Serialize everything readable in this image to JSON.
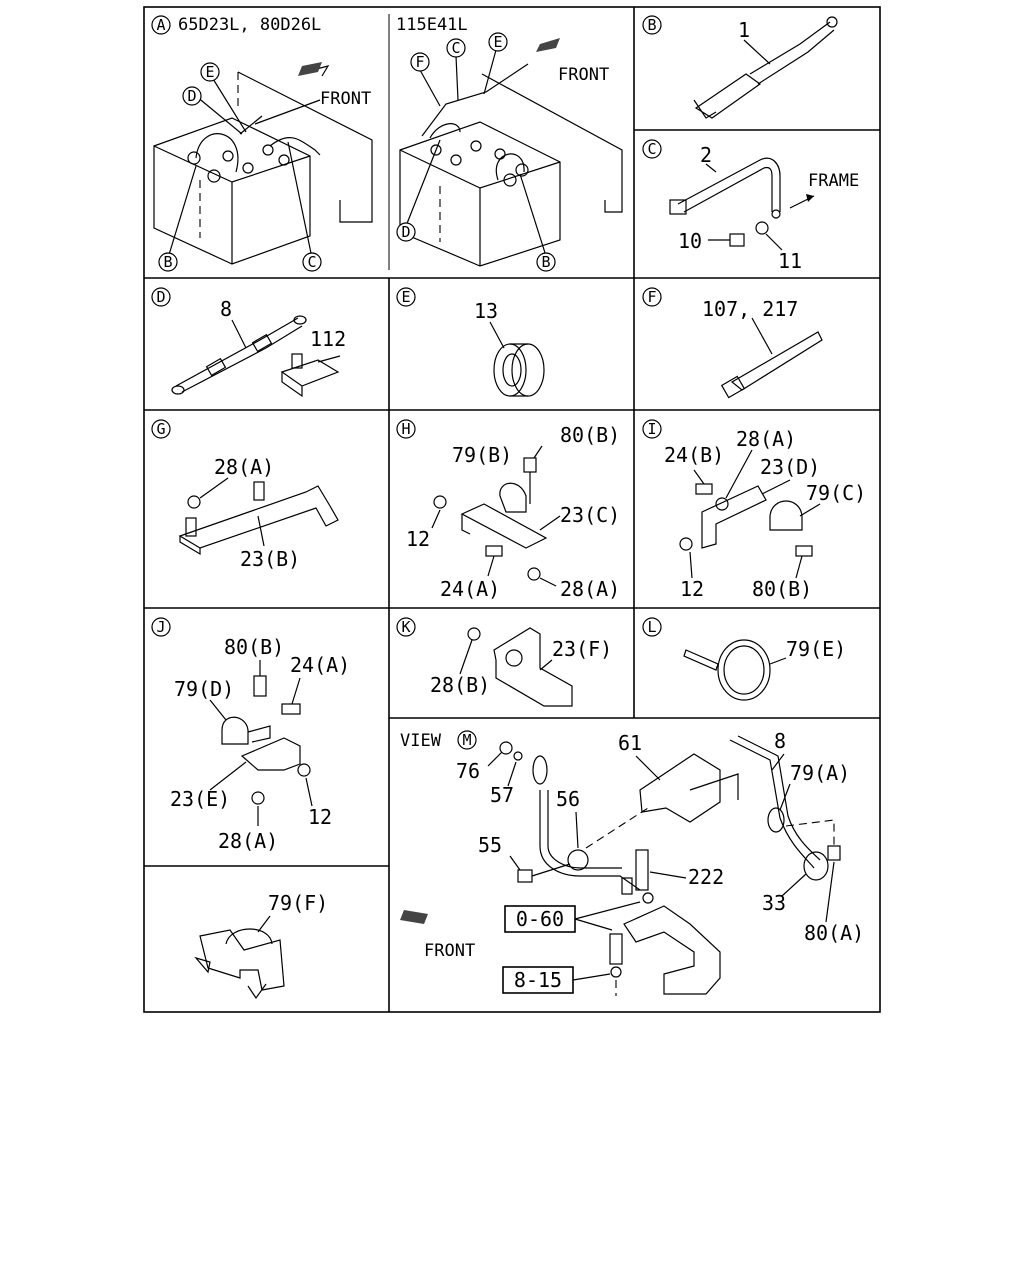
{
  "panels": {
    "A": {
      "code": "A",
      "left_title": "65D23L, 80D26L",
      "right_title": "115E41L",
      "front": "FRONT",
      "callouts_left": [
        "E",
        "D",
        "B",
        "C"
      ],
      "callouts_right": [
        "C",
        "E",
        "F",
        "D",
        "B"
      ]
    },
    "B": {
      "code": "B",
      "part": "1"
    },
    "C": {
      "code": "C",
      "part": "2",
      "frame": "FRAME",
      "bolt": "10",
      "washer": "11"
    },
    "D": {
      "code": "D",
      "cable": "8",
      "terminal": "112"
    },
    "E": {
      "code": "E",
      "grommet": "13"
    },
    "F": {
      "code": "F",
      "tie": "107, 217"
    },
    "G": {
      "code": "G",
      "nut": "28(A)",
      "bracket": "23(B)"
    },
    "H": {
      "code": "H",
      "clip": "79(B)",
      "bolt_top": "80(B)",
      "nut_left": "12",
      "bracket": "23(C)",
      "bolt_bottom": "24(A)",
      "nut_bottom": "28(A)"
    },
    "I": {
      "code": "I",
      "bolt_top": "24(B)",
      "nut_top": "28(A)",
      "bracket": "23(D)",
      "clip": "79(C)",
      "nut_bottom": "12",
      "bolt_bottom": "80(B)"
    },
    "J": {
      "code": "J",
      "bolt_top": "80(B)",
      "bolt_right": "24(A)",
      "clip": "79(D)",
      "bracket": "23(E)",
      "nut_right": "12",
      "nut_bottom": "28(A)"
    },
    "K": {
      "code": "K",
      "bracket": "23(F)",
      "nut": "28(B)"
    },
    "L": {
      "code": "L",
      "clamp": "79(E)"
    },
    "F2": {
      "clip": "79(F)"
    },
    "M": {
      "code": "M",
      "view_label": "VIEW",
      "front": "FRONT",
      "labels": {
        "nut": "76",
        "washer": "57",
        "grommet": "56",
        "bolt": "55",
        "bracket": "61",
        "cable": "8",
        "clip": "79(A)",
        "screw": "222",
        "cap": "33",
        "bolt_a": "80(A)"
      },
      "boxes": [
        "0-60",
        "8-15"
      ]
    }
  }
}
